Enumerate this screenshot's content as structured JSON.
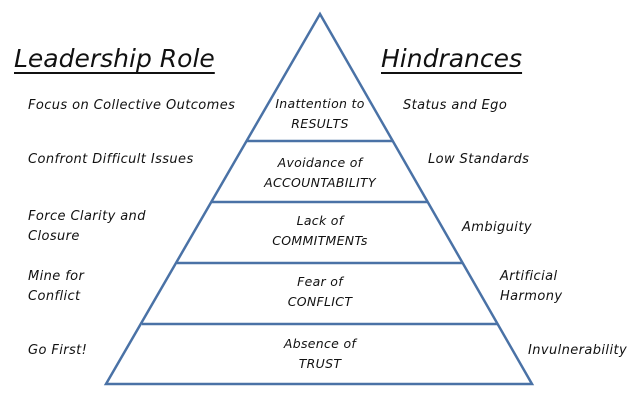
{
  "headings": {
    "left": "Leadership Role",
    "right": "Hindrances"
  },
  "stroke_color": "#4a72a6",
  "pyramid": [
    {
      "line1": "Inattention to",
      "line2": "RESULTS"
    },
    {
      "line1": "Avoidance of",
      "line2": "ACCOUNTABILITY"
    },
    {
      "line1": "Lack of",
      "line2": "COMMITMENTs"
    },
    {
      "line1": "Fear of",
      "line2": "CONFLICT"
    },
    {
      "line1": "Absence of",
      "line2": "TRUST"
    }
  ],
  "roles": [
    {
      "line1": "Focus on Collective Outcomes",
      "line2": ""
    },
    {
      "line1": "Confront Difficult Issues",
      "line2": ""
    },
    {
      "line1": "Force Clarity and",
      "line2": "Closure"
    },
    {
      "line1": "Mine for",
      "line2": "Conflict"
    },
    {
      "line1": "Go First!",
      "line2": ""
    }
  ],
  "hindrances": [
    {
      "line1": "Status and Ego",
      "line2": ""
    },
    {
      "line1": "Low Standards",
      "line2": ""
    },
    {
      "line1": "Ambiguity",
      "line2": ""
    },
    {
      "line1": "Artificial",
      "line2": "Harmony"
    },
    {
      "line1": "Invulnerability",
      "line2": ""
    }
  ]
}
